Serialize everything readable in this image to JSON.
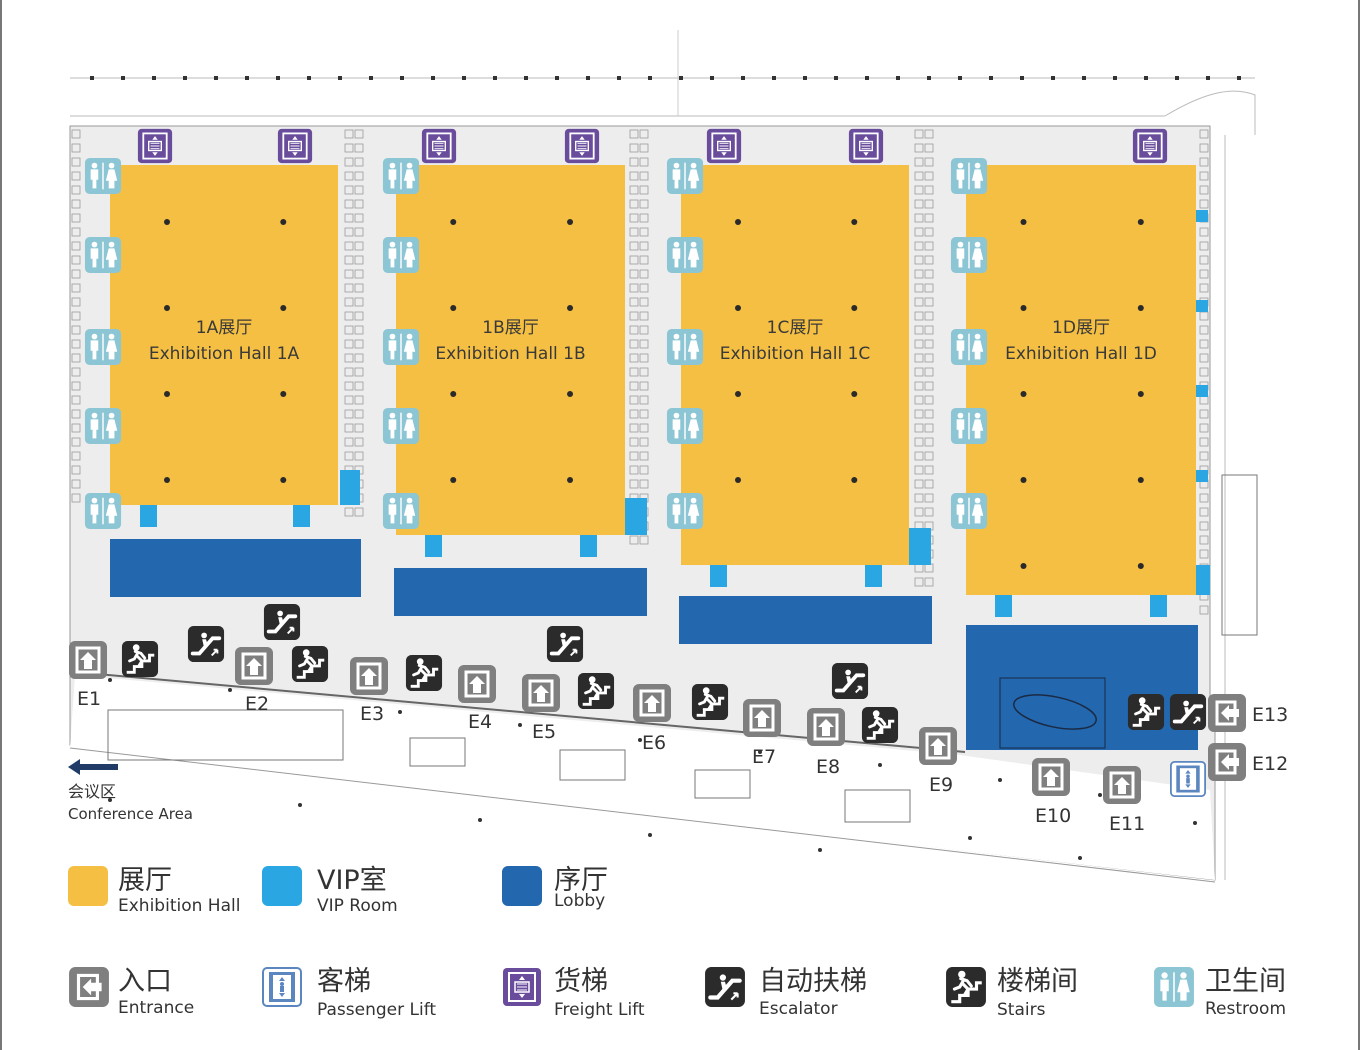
{
  "colors": {
    "hall": "#F4BF42",
    "vip": "#2AA7E3",
    "lobby": "#2367AE",
    "freight": "#6A4C9C",
    "passenger": "#5C86C0",
    "escalator": "#2B2B2B",
    "restroom": "#8CC6D5",
    "entrance": "#7F7F7F",
    "floor": "#EDEDED"
  },
  "halls": [
    {
      "cn": "1A展厅",
      "en": "Exhibition Hall 1A"
    },
    {
      "cn": "1B展厅",
      "en": "Exhibition Hall 1B"
    },
    {
      "cn": "1C展厅",
      "en": "Exhibition Hall 1C"
    },
    {
      "cn": "1D展厅",
      "en": "Exhibition Hall 1D"
    }
  ],
  "entrances": [
    "E1",
    "E2",
    "E3",
    "E4",
    "E5",
    "E6",
    "E7",
    "E8",
    "E9",
    "E10",
    "E11",
    "E12",
    "E13"
  ],
  "conference": {
    "cn": "会议区",
    "en": "Conference Area"
  },
  "legend_areas": [
    {
      "cn": "展厅",
      "en": "Exhibition Hall"
    },
    {
      "cn": "VIP室",
      "en": "VIP Room"
    },
    {
      "cn": "序厅",
      "en": "Lobby"
    }
  ],
  "legend_icons": [
    {
      "cn": "入口",
      "en": "Entrance",
      "icon": "entrance-icon"
    },
    {
      "cn": "客梯",
      "en": "Passenger Lift",
      "icon": "passenger-lift-icon"
    },
    {
      "cn": "货梯",
      "en": "Freight Lift",
      "icon": "freight-lift-icon"
    },
    {
      "cn": "自动扶梯",
      "en": "Escalator",
      "icon": "escalator-icon"
    },
    {
      "cn": "楼梯间",
      "en": "Stairs",
      "icon": "stairs-icon"
    },
    {
      "cn": "卫生间",
      "en": "Restroom",
      "icon": "restroom-icon"
    }
  ]
}
